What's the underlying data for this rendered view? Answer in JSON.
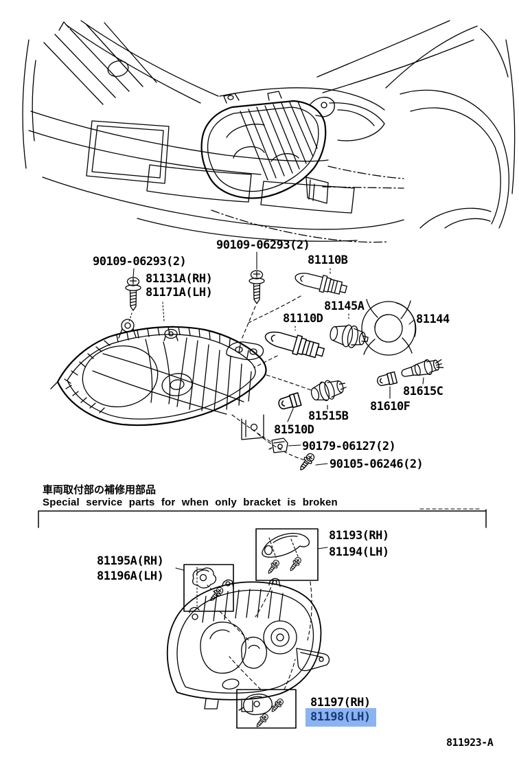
{
  "doc": {
    "code": "811923-A"
  },
  "colors": {
    "ink": "#000000",
    "highlight_bg": "#8BB3EF",
    "highlight_text": "#17387A"
  },
  "notes": {
    "jp": "車両取付部の補修用部品",
    "en": "Special service parts for when only bracket is broken"
  },
  "parts": {
    "bolt_left": "90109-06293(2)",
    "bolt_right": "90109-06293(2)",
    "headlamp_rh": "81131A(RH)",
    "headlamp_lh": "81171A(LH)",
    "bulb_high": "81110B",
    "socket_cap": "81145A",
    "bulb_low": "81110D",
    "retaining_ring": "81144",
    "socket_signal": "81615C",
    "bulb_signal": "81610F",
    "socket_clearance": "81515B",
    "bulb_clearance": "81510D",
    "clip": "90179-06127(2)",
    "screw": "90105-06246(2)",
    "bracket_upper_rh": "81193(RH)",
    "bracket_upper_lh": "81194(LH)",
    "bracket_side_rh": "81195A(RH)",
    "bracket_side_lh": "81196A(LH)",
    "bracket_lower_rh": "81197(RH)",
    "bracket_lower_lh": "81198(LH)"
  }
}
